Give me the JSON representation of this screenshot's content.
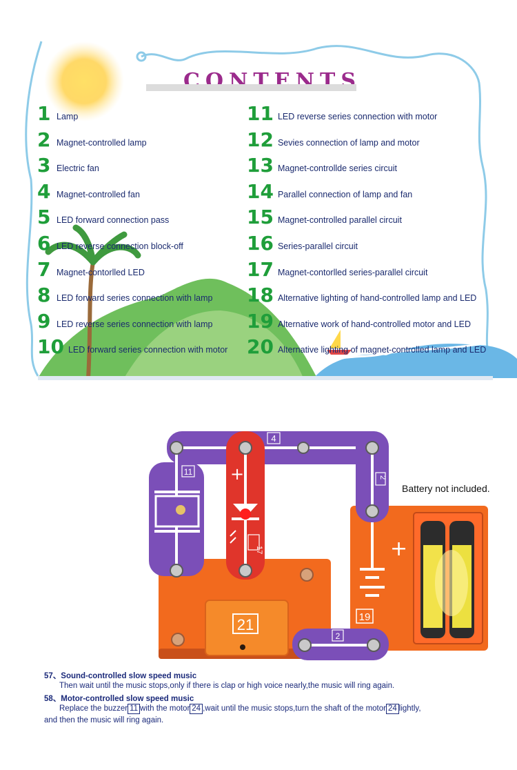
{
  "contents_title": "CONTENTS",
  "toc_left": [
    {
      "num": "1",
      "label": "Lamp"
    },
    {
      "num": "2",
      "label": "Magnet-controlled lamp"
    },
    {
      "num": "3",
      "label": "Electric fan"
    },
    {
      "num": "4",
      "label": "Magnet-controlled fan"
    },
    {
      "num": "5",
      "label": "LED forward connection pass"
    },
    {
      "num": "6",
      "label": "LED reverse connection  block-off"
    },
    {
      "num": "7",
      "label": "Magnet-contorlled LED"
    },
    {
      "num": "8",
      "label": "LED forward series connection with lamp"
    },
    {
      "num": "9",
      "label": "LED reverse series connection with lamp"
    },
    {
      "num": "10",
      "label": "LED forward series connection with motor"
    }
  ],
  "toc_right": [
    {
      "num": "11",
      "label": "LED reverse  series connection with motor"
    },
    {
      "num": "12",
      "label": "Sevies connection of  lamp and motor"
    },
    {
      "num": "13",
      "label": "Magnet-controllde series circuit"
    },
    {
      "num": "14",
      "label": "Parallel connection of lamp and fan"
    },
    {
      "num": "15",
      "label": "Magnet-controlled parallel circuit"
    },
    {
      "num": "16",
      "label": "Series-parallel circuit"
    },
    {
      "num": "17",
      "label": "Magnet-contorlled series-parallel circuit"
    },
    {
      "num": "18",
      "label": "Alternative lighting of hand-controlled lamp and LED"
    },
    {
      "num": "19",
      "label": "Alternative work of hand-controlled motor and LED"
    },
    {
      "num": "20",
      "label": "Alternative lighting of magnet-controlled lamp and LED"
    }
  ],
  "circuit": {
    "labels": {
      "p4": "4",
      "p11": "11",
      "p2a": "2",
      "p17": "17",
      "p19": "19",
      "p21": "21",
      "p2b": "2"
    },
    "plus_a": "+",
    "plus_b": "+",
    "battery_note": "Battery not included."
  },
  "instructions": {
    "s57_title": "57、Sound-controlled slow speed music",
    "s57_line1": "Then wait until the music stops,only if there is clap or high voice nearly,the music will ring again.",
    "s58_title": "58、Motor-controlled slow speed music",
    "s58_a": "Replace the buzzer",
    "s58_chip1": "11",
    "s58_b": "with the motor",
    "s58_chip2": "24",
    "s58_c": ",wait until the music stops,turn the shaft of the motor",
    "s58_chip3": "24",
    "s58_d": "lightly,",
    "s58_line2": "and then the music will ring again."
  },
  "colors": {
    "number_green": "#1f9e3a",
    "text_navy": "#1a2a6e",
    "title_purple": "#9b2b8c",
    "snap_purple": "#7b4fb8",
    "snap_red": "#e0352b",
    "board_orange": "#f26a1e"
  }
}
